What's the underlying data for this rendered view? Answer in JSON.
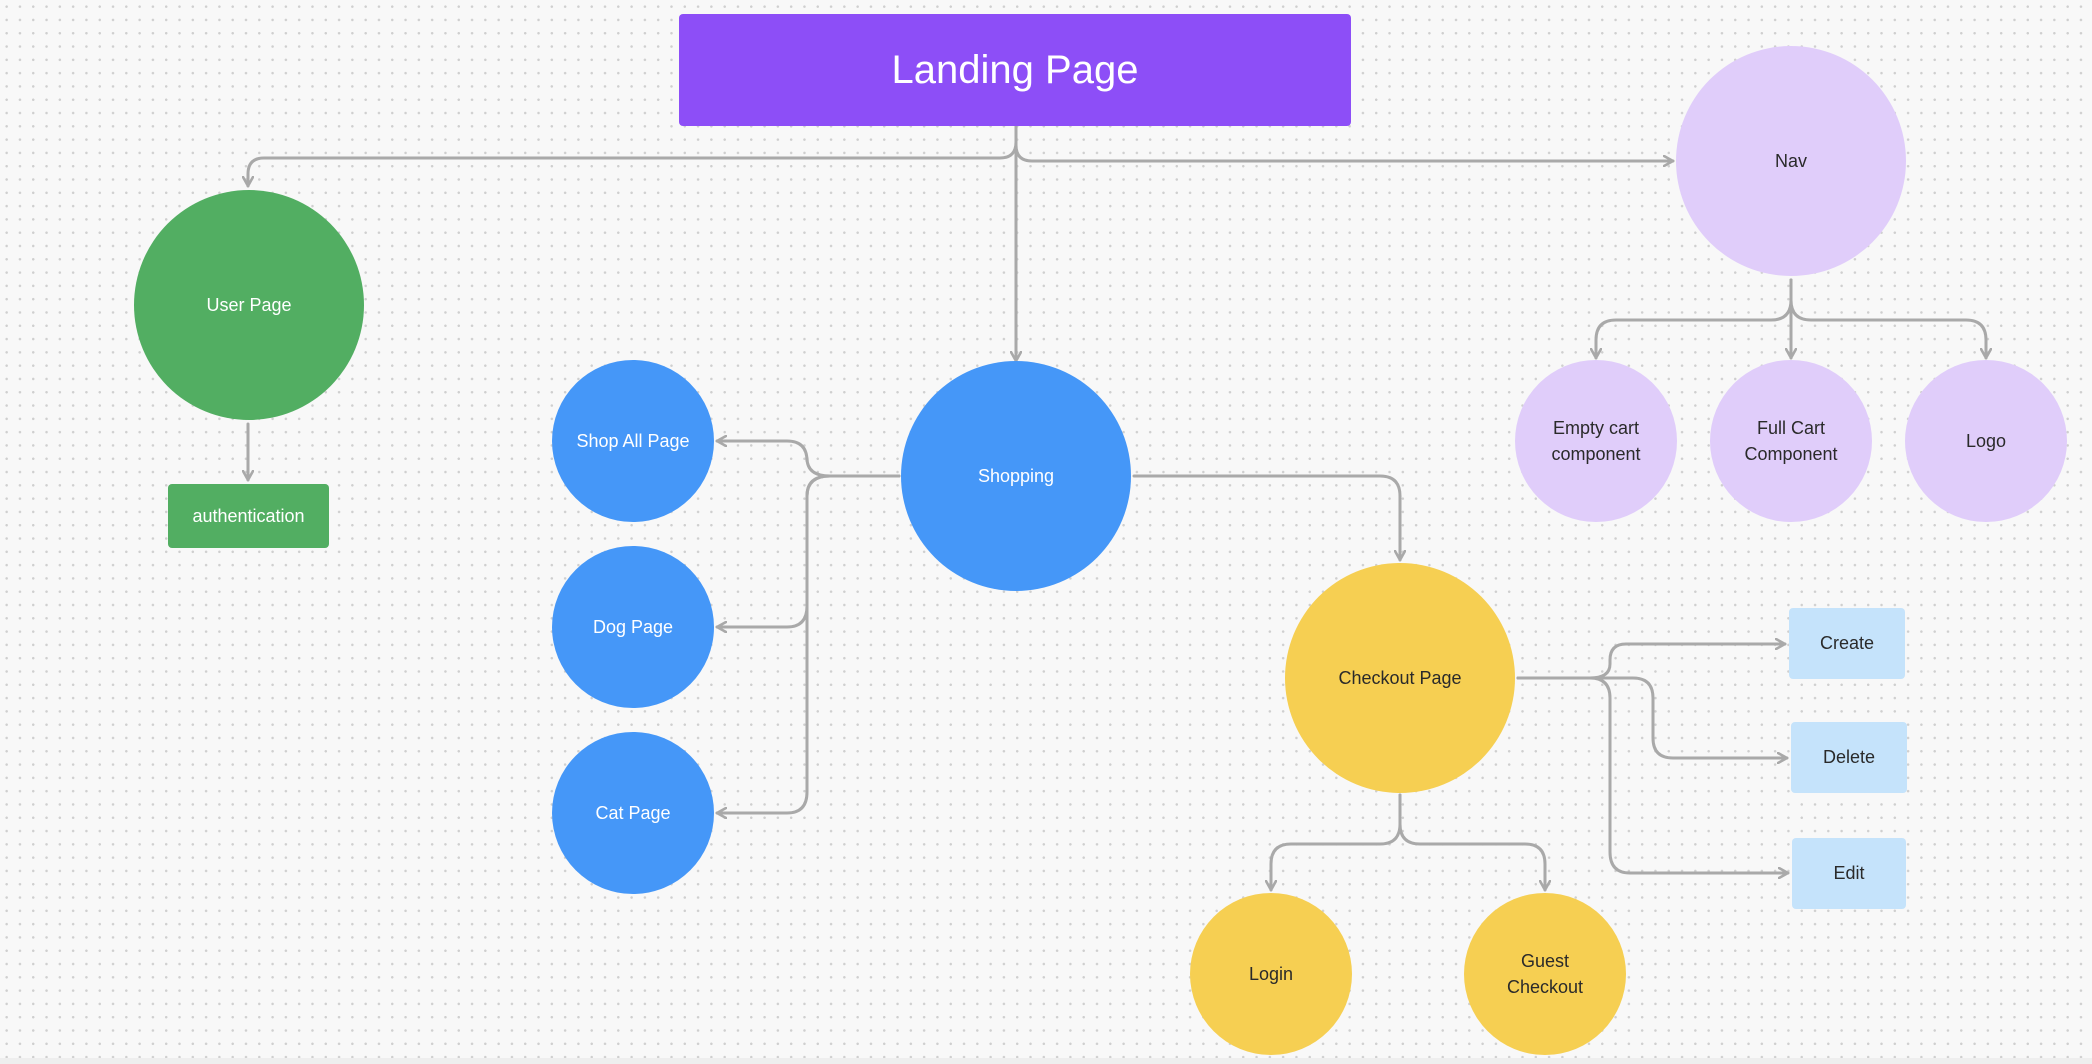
{
  "diagram": {
    "nodes": {
      "landing": "Landing Page",
      "user_page": "User Page",
      "authentication": "authentication",
      "shopping": "Shopping",
      "shop_all": "Shop All Page",
      "dog_page": "Dog Page",
      "cat_page": "Cat Page",
      "nav": "Nav",
      "empty_cart": "Empty cart\ncomponent",
      "full_cart": "Full Cart\nComponent",
      "logo": "Logo",
      "checkout": "Checkout Page",
      "login": "Login",
      "guest_checkout": "Guest\nCheckout",
      "create": "Create",
      "delete": "Delete",
      "edit": "Edit"
    },
    "colors": {
      "title": "#8d4ef7",
      "user": "#52ae62",
      "shopping": "#4597f8",
      "nav": "#e0cdfa",
      "checkout": "#f6cf52",
      "actions": "#c5e3fb",
      "connector": "#a9a9a9"
    },
    "edges": [
      {
        "from": "landing",
        "to": "user_page"
      },
      {
        "from": "landing",
        "to": "shopping"
      },
      {
        "from": "landing",
        "to": "nav"
      },
      {
        "from": "user_page",
        "to": "authentication"
      },
      {
        "from": "shopping",
        "to": "shop_all"
      },
      {
        "from": "shopping",
        "to": "dog_page"
      },
      {
        "from": "shopping",
        "to": "cat_page"
      },
      {
        "from": "shopping",
        "to": "checkout"
      },
      {
        "from": "nav",
        "to": "empty_cart"
      },
      {
        "from": "nav",
        "to": "full_cart"
      },
      {
        "from": "nav",
        "to": "logo"
      },
      {
        "from": "checkout",
        "to": "login"
      },
      {
        "from": "checkout",
        "to": "guest_checkout"
      },
      {
        "from": "checkout",
        "to": "create"
      },
      {
        "from": "checkout",
        "to": "delete"
      },
      {
        "from": "checkout",
        "to": "edit"
      }
    ]
  }
}
